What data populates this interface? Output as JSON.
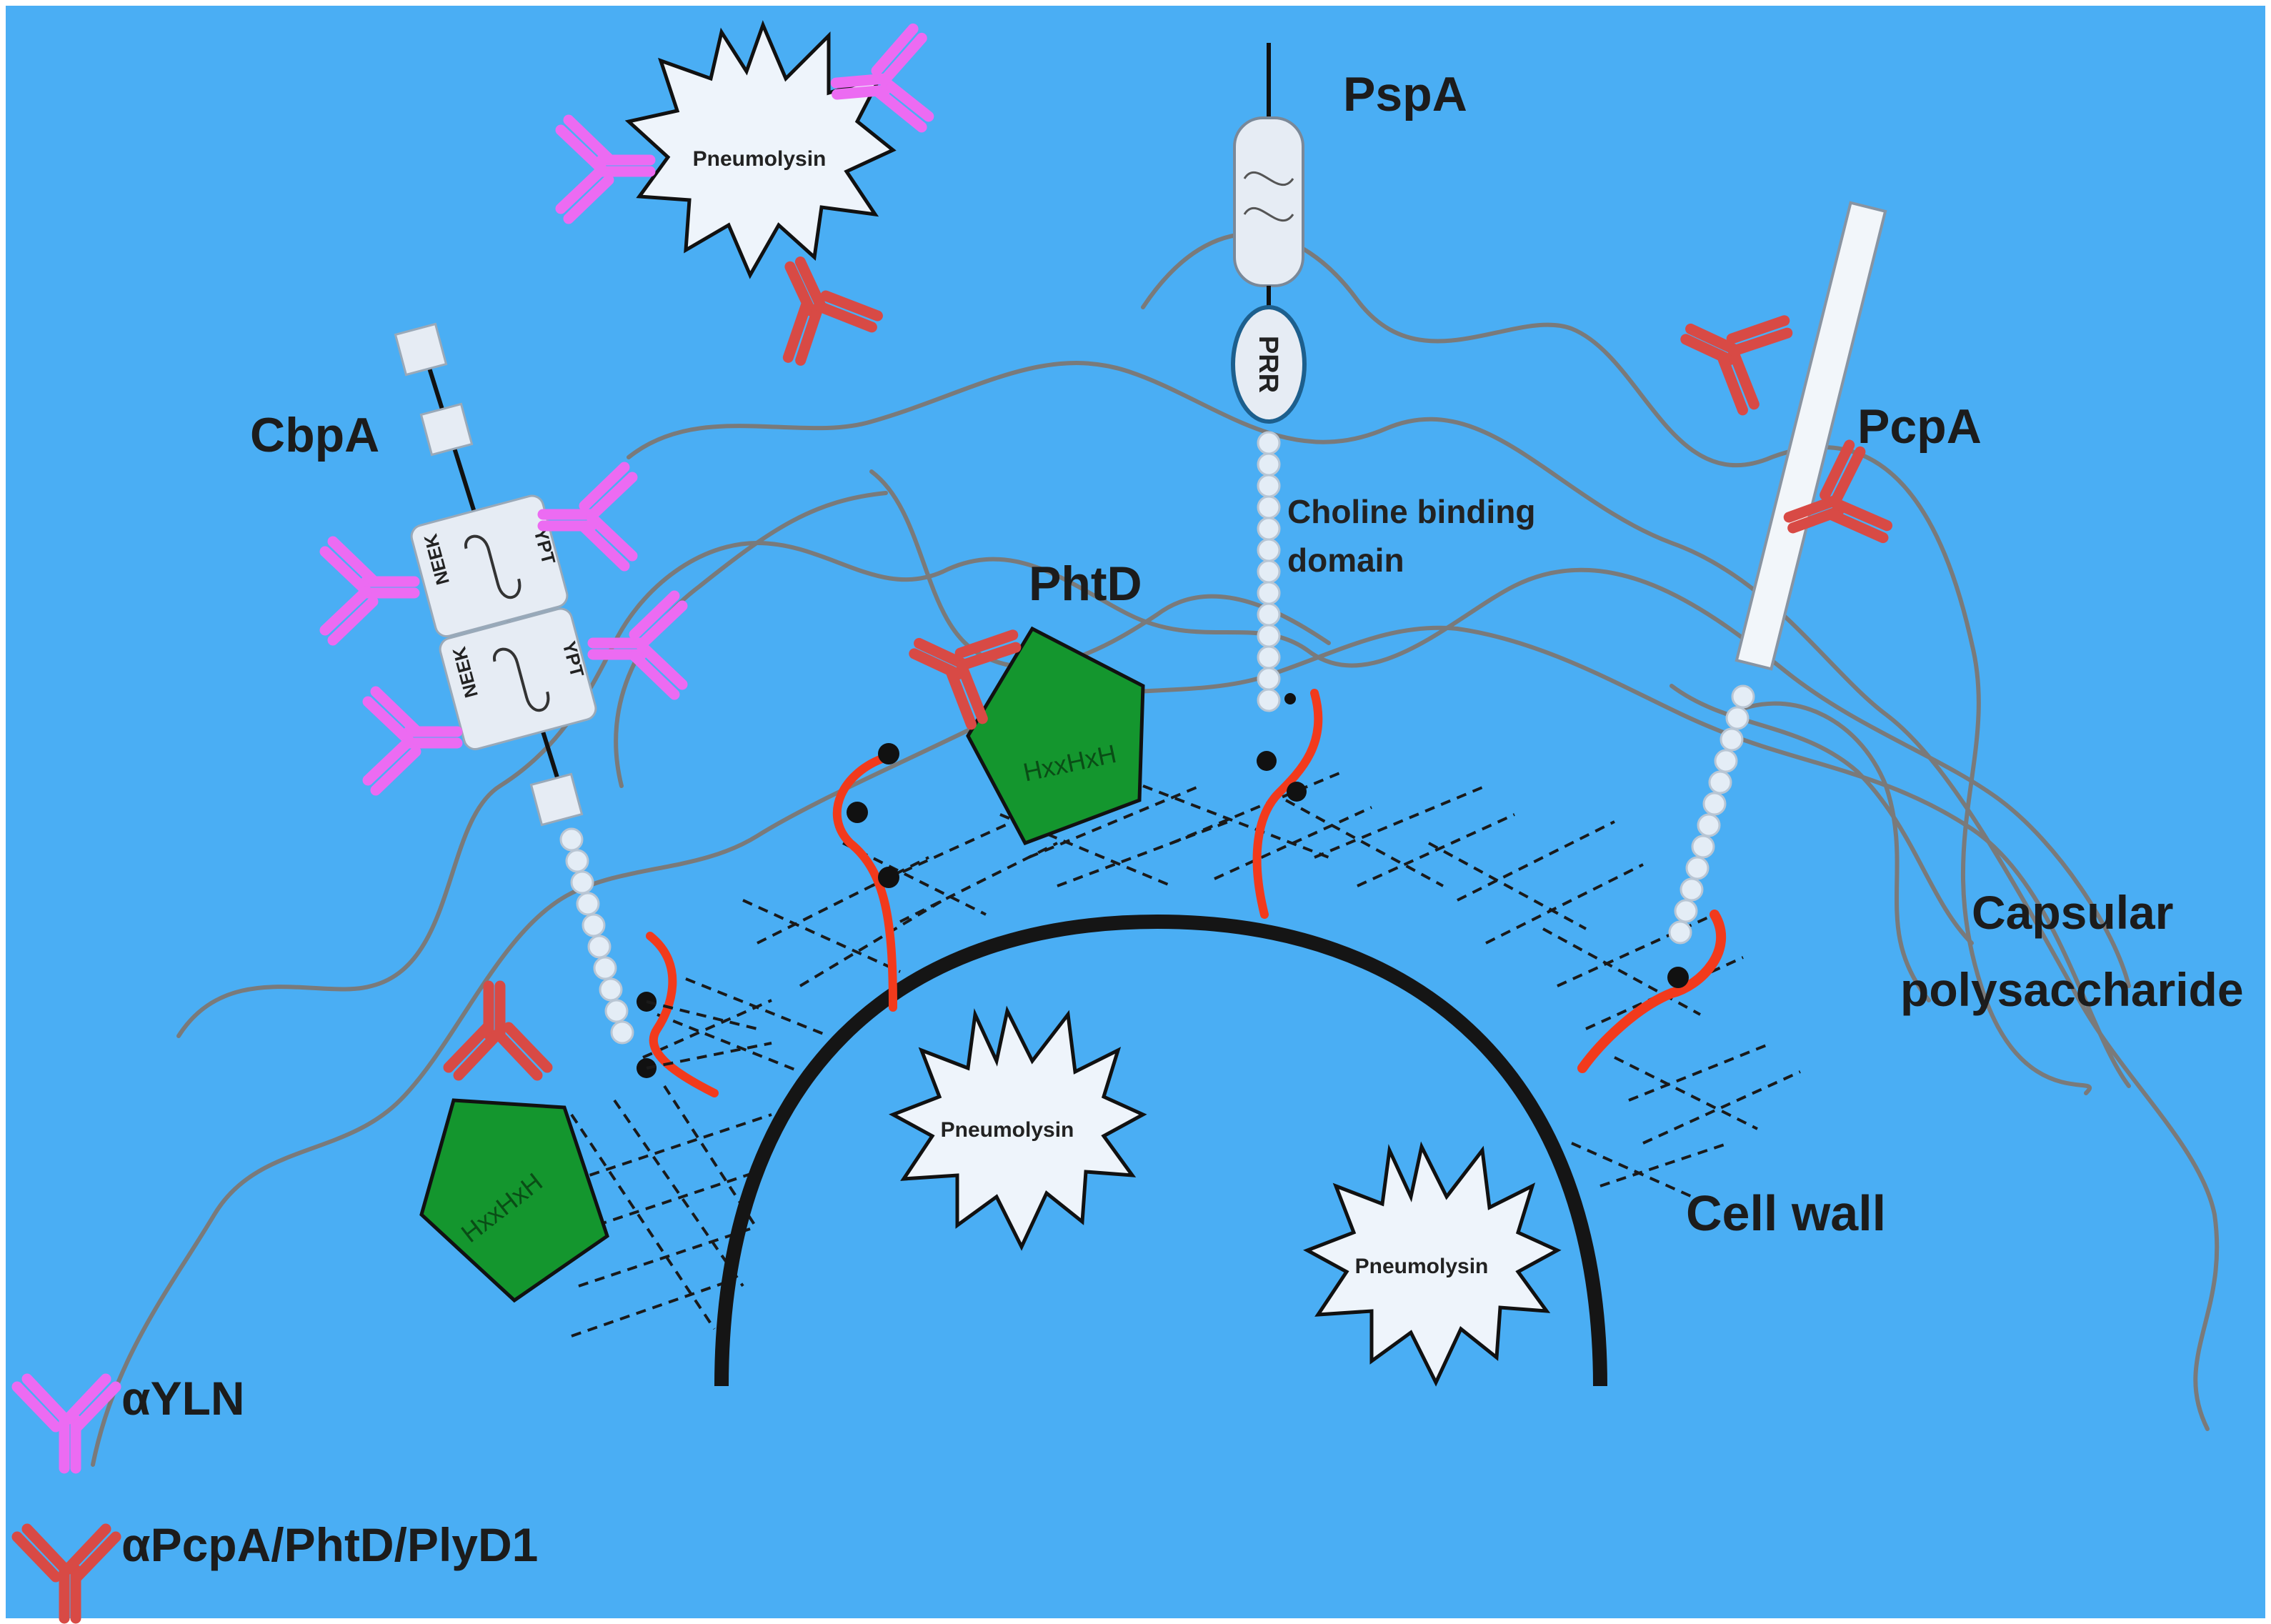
{
  "colors": {
    "background": "#4aaef4",
    "cell_wall": "#151515",
    "capsule_strand": "#7a7a7a",
    "phtd_fill": "#14962e",
    "antibody_ylnvariant": "#ec6bf2",
    "antibody_pcpa": "#d84a45",
    "anchor_red": "#f23a1c",
    "choline_bead": "#e4edf6",
    "pneumolysin_fill": "#eef4fb"
  },
  "labels": {
    "pspa": "PspA",
    "cbpa": "CbpA",
    "pcpa": "PcpA",
    "phtd": "PhtD",
    "choline_line1": "Choline binding",
    "choline_line2": "domain",
    "capsular_line1": "Capsular",
    "capsular_line2": "polysaccharide",
    "cell_wall": "Cell wall"
  },
  "pneumolysin": {
    "label": "Pneumolysin"
  },
  "domains": {
    "prr": "PRR",
    "neek": "NEEK",
    "ypt": "YPT",
    "hxxhxh": "HxxHxH"
  },
  "legend": {
    "aylnv": "αYLN",
    "apcpa": "αPcpA/PhtD/PlyD1"
  },
  "icons": {
    "antibody": "y-shaped-antibody-icon",
    "toxin": "starburst-toxin-icon",
    "enzyme": "pentagon-protein-icon"
  }
}
